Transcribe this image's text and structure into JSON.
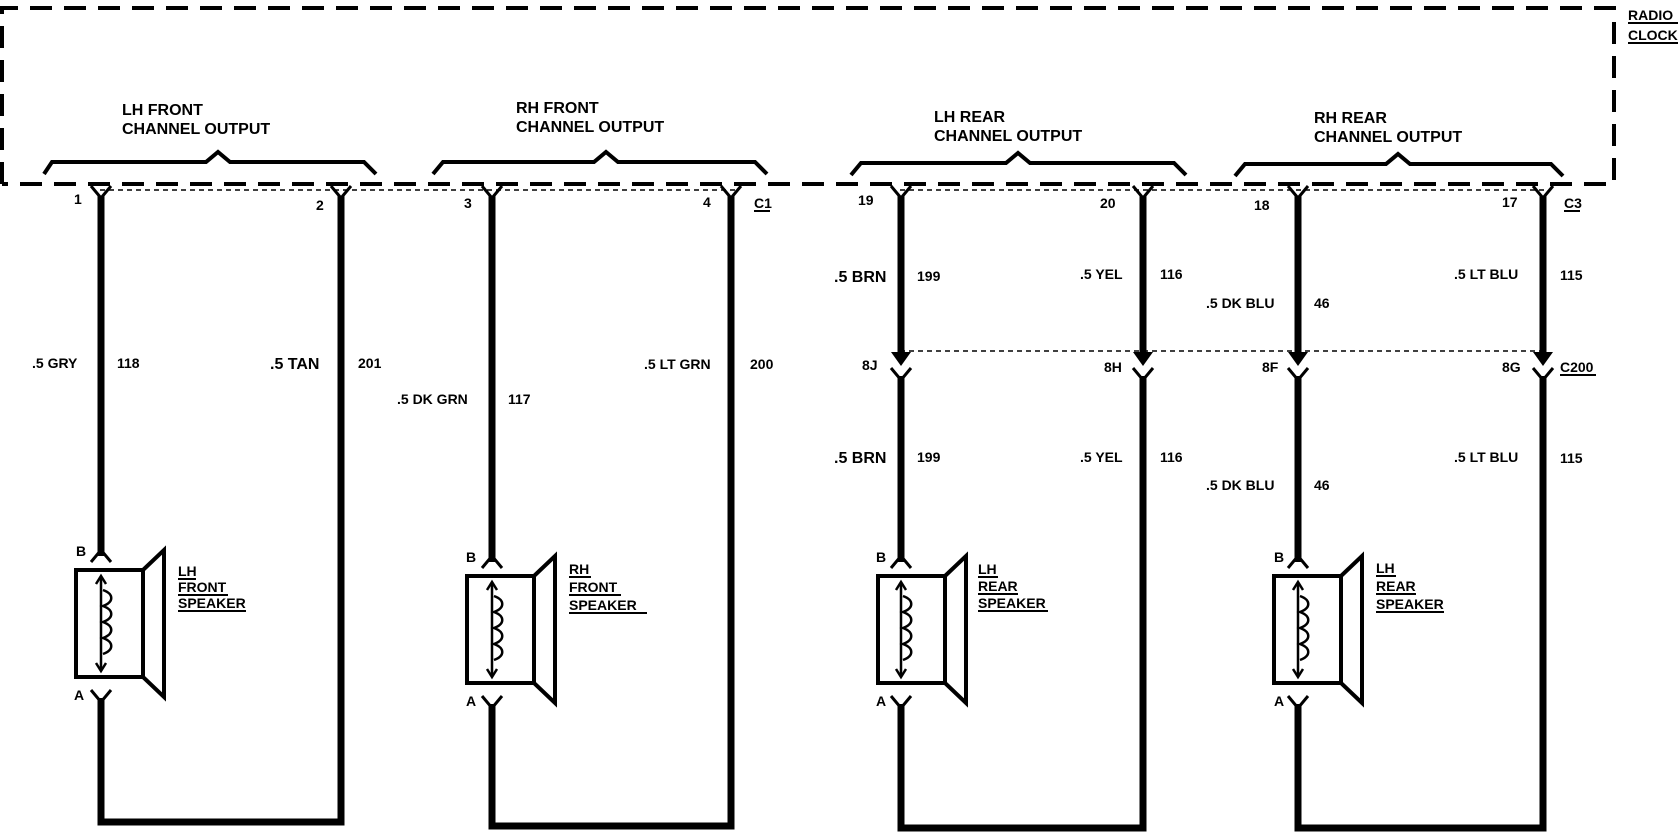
{
  "module": {
    "line1": "RADIO",
    "line2": "CLOCK"
  },
  "groups": [
    {
      "line1": "LH FRONT",
      "line2": "CHANNEL OUTPUT"
    },
    {
      "line1": "RH FRONT",
      "line2": "CHANNEL OUTPUT"
    },
    {
      "line1": "LH REAR",
      "line2": "CHANNEL OUTPUT"
    },
    {
      "line1": "RH REAR",
      "line2": "CHANNEL OUTPUT"
    }
  ],
  "connectors": {
    "c1": "C1",
    "c3": "C3",
    "c200": "C200"
  },
  "pins": {
    "p1": "1",
    "p2": "2",
    "p3": "3",
    "p4": "4",
    "p19": "19",
    "p20": "20",
    "p18": "18",
    "p17": "17",
    "p8j": "8J",
    "p8h": "8H",
    "p8f": "8F",
    "p8g": "8G"
  },
  "wires": {
    "w118": {
      "color": ".5 GRY",
      "circuit": "118"
    },
    "w201": {
      "color": ".5 TAN",
      "circuit": "201"
    },
    "w117": {
      "color": ".5 DK GRN",
      "circuit": "117"
    },
    "w200": {
      "color": ".5 LT GRN",
      "circuit": "200"
    },
    "w199a": {
      "color": ".5 BRN",
      "circuit": "199"
    },
    "w116a": {
      "color": ".5 YEL",
      "circuit": "116"
    },
    "w46a": {
      "color": ".5 DK BLU",
      "circuit": "46"
    },
    "w115a": {
      "color": ".5 LT BLU",
      "circuit": "115"
    },
    "w199b": {
      "color": ".5 BRN",
      "circuit": "199"
    },
    "w116b": {
      "color": ".5 YEL",
      "circuit": "116"
    },
    "w46b": {
      "color": ".5 DK BLU",
      "circuit": "46"
    },
    "w115b": {
      "color": ".5 LT BLU",
      "circuit": "115"
    }
  },
  "speakers": [
    {
      "line1": "LH",
      "line2": "FRONT",
      "line3": "SPEAKER",
      "term_b": "B",
      "term_a": "A"
    },
    {
      "line1": "RH",
      "line2": "FRONT",
      "line3": "SPEAKER",
      "term_b": "B",
      "term_a": "A"
    },
    {
      "line1": "LH",
      "line2": "REAR",
      "line3": "SPEAKER",
      "term_b": "B",
      "term_a": "A"
    },
    {
      "line1": "LH",
      "line2": "REAR",
      "line3": "SPEAKER",
      "term_b": "B",
      "term_a": "A"
    }
  ]
}
